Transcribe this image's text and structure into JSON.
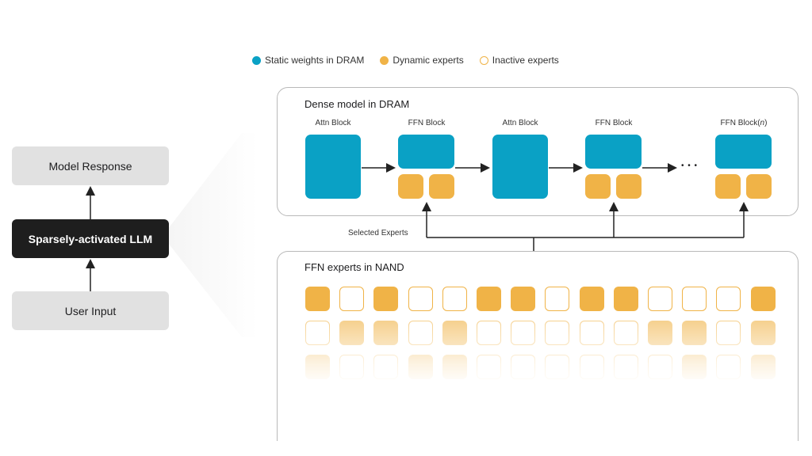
{
  "legend": {
    "static": "Static weights in DRAM",
    "dynamic": "Dynamic experts",
    "inactive": "Inactive experts"
  },
  "colors": {
    "static": "#0aa1c5",
    "dynamic": "#f0b347",
    "dark_box": "#1e1e1e",
    "light_box": "#e1e1e1"
  },
  "pipeline": {
    "response": "Model Response",
    "llm": "Sparsely-activated LLM",
    "input": "User Input"
  },
  "dense": {
    "title": "Dense model in DRAM",
    "blocks": [
      "Attn Block",
      "FFN Block",
      "Attn Block",
      "FFN Block"
    ],
    "last_block_prefix": "FFN Block(",
    "last_block_var": "n",
    "last_block_suffix": ")",
    "ellipsis": "• • •"
  },
  "selected_label": "Selected Experts",
  "nand": {
    "title": "FFN experts in NAND",
    "row1": [
      1,
      0,
      1,
      0,
      0,
      1,
      1,
      0,
      1,
      1,
      0,
      0,
      0,
      1
    ],
    "row2": [
      0,
      1,
      1,
      0,
      1,
      0,
      0,
      0,
      0,
      0,
      1,
      1,
      0,
      1
    ],
    "row3": [
      1,
      0,
      0,
      1,
      1,
      0,
      0,
      0,
      0,
      0,
      0,
      1,
      0,
      1
    ]
  }
}
